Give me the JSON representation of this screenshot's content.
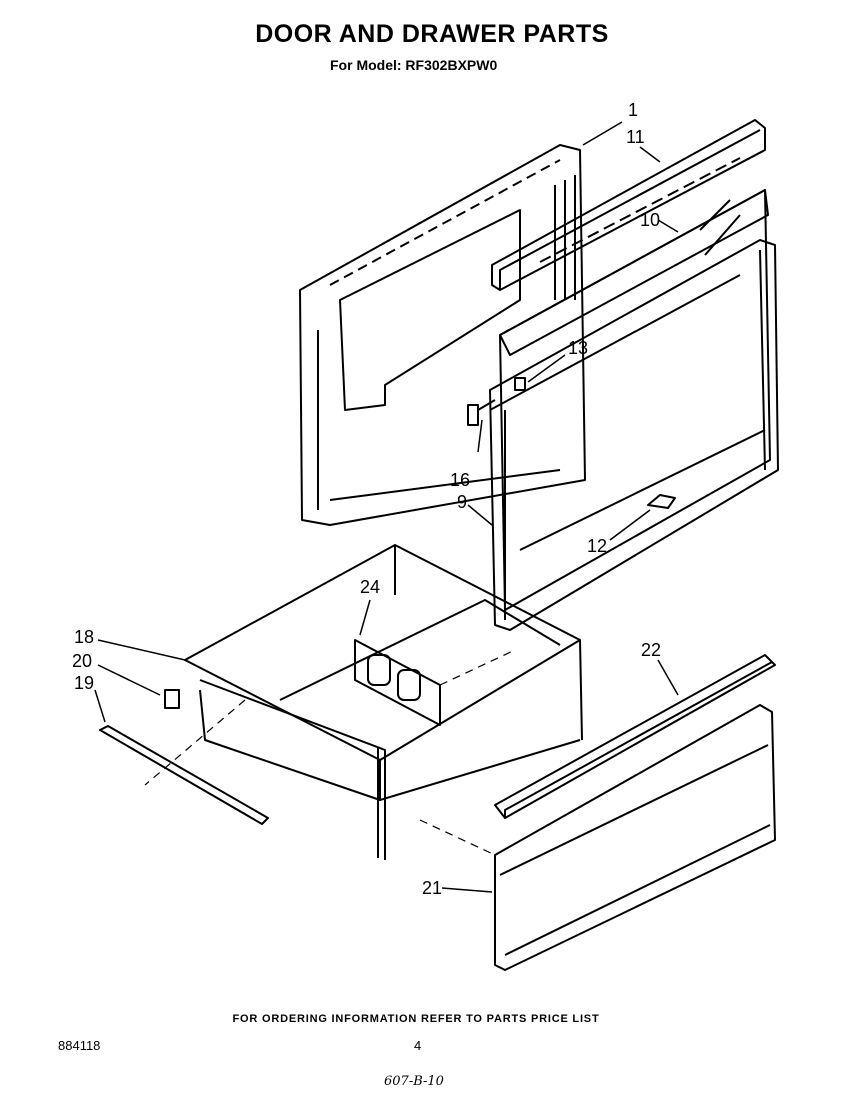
{
  "header": {
    "title": "DOOR AND DRAWER PARTS",
    "subtitle": "For Model: RF302BXPW0"
  },
  "callouts": {
    "c1": "1",
    "c11": "11",
    "c10": "10",
    "c13": "13",
    "c16": "16",
    "c9": "9",
    "c12": "12",
    "c24": "24",
    "c18": "18",
    "c20": "20",
    "c19": "19",
    "c22": "22",
    "c21": "21"
  },
  "footer": {
    "ordering_note": "FOR ORDERING INFORMATION REFER TO PARTS PRICE LIST",
    "document_number": "884118",
    "page_number": "4",
    "handwritten_note": "607-B-10"
  }
}
